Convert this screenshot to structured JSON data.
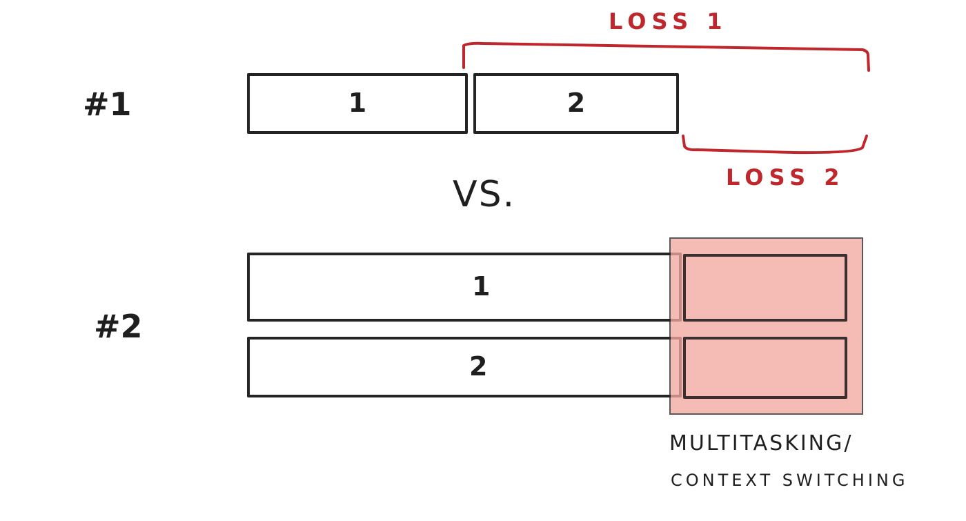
{
  "scenario_1": {
    "id_label": "#1",
    "task_1_label": "1",
    "task_2_label": "2",
    "loss_1_label": "LOSS 1",
    "loss_2_label": "LOSS 2"
  },
  "separator": "VS.",
  "scenario_2": {
    "id_label": "#2",
    "task_1_label": "1",
    "task_2_label": "2",
    "overhead_caption_line1": "MULTITASKING/",
    "overhead_caption_line2": "CONTEXT SWITCHING"
  },
  "colors": {
    "ink": "#242424",
    "loss_red": "#c0272d",
    "overhead_fill": "#f2aaa0"
  }
}
